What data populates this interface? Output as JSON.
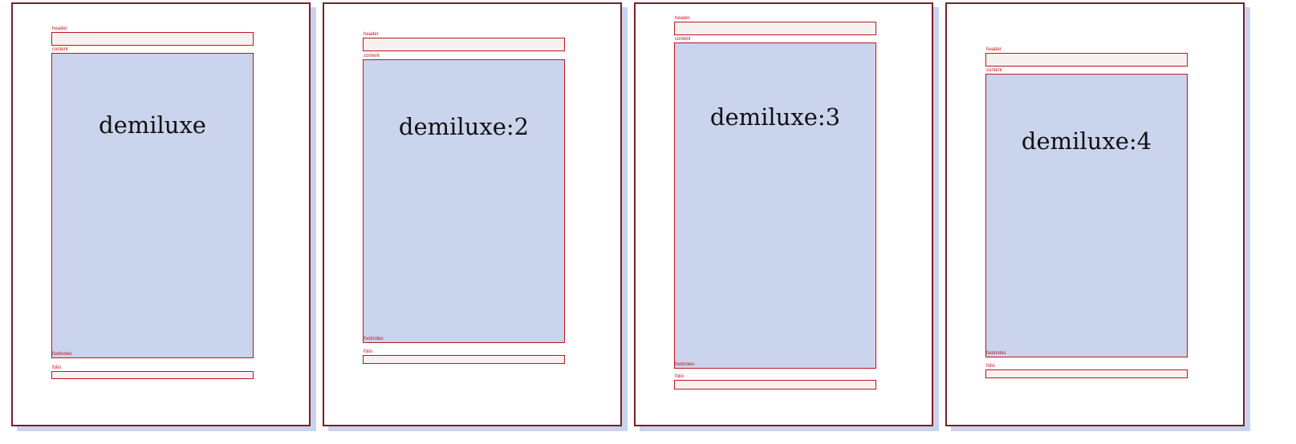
{
  "frame_labels": {
    "header": "header",
    "content": "content",
    "footnotes": "footnotes",
    "folio": "folio"
  },
  "pages": [
    {
      "title": "demiluxe"
    },
    {
      "title": "demiluxe:2"
    },
    {
      "title": "demiluxe:3"
    },
    {
      "title": "demiluxe:4"
    }
  ],
  "colors": {
    "page_border": "#7a1f2a",
    "frame_border": "#c0141f",
    "content_fill": "#cad4ec",
    "header_fill": "#f7f2f0",
    "shadow": "#c8d4ec"
  }
}
